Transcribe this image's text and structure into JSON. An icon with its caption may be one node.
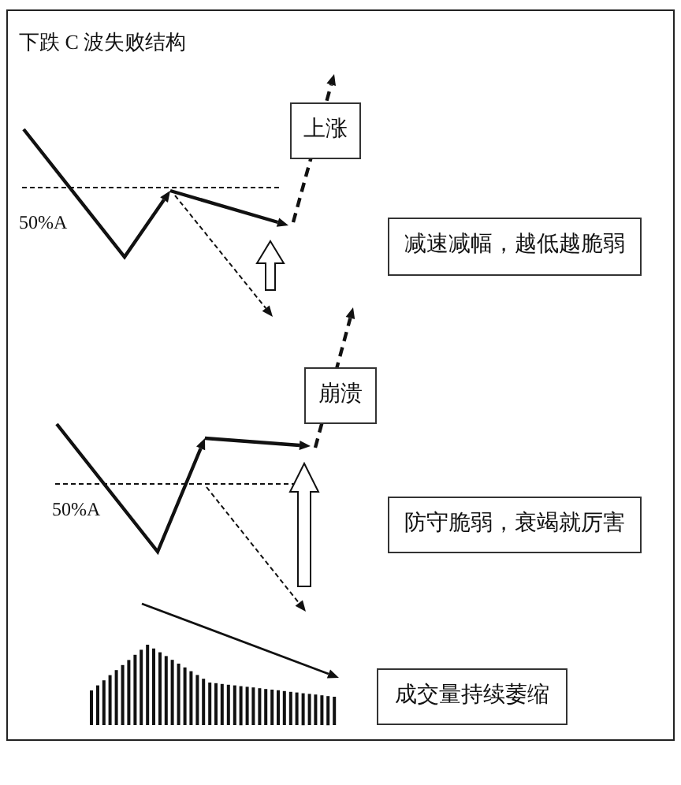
{
  "diagram": {
    "title": "下跌 C 波失败结构",
    "nodes": [
      {
        "text": [
          "上涨"
        ]
      },
      {
        "text": [
          "减速减幅，越低越脆弱"
        ]
      },
      {
        "text": [
          "崩溃"
        ]
      },
      {
        "text": [
          "防守脆弱，衰竭就厉害"
        ]
      },
      {
        "text": [
          "成交量持续萎缩"
        ]
      }
    ],
    "labels": [
      "50%A",
      "50%A"
    ]
  }
}
